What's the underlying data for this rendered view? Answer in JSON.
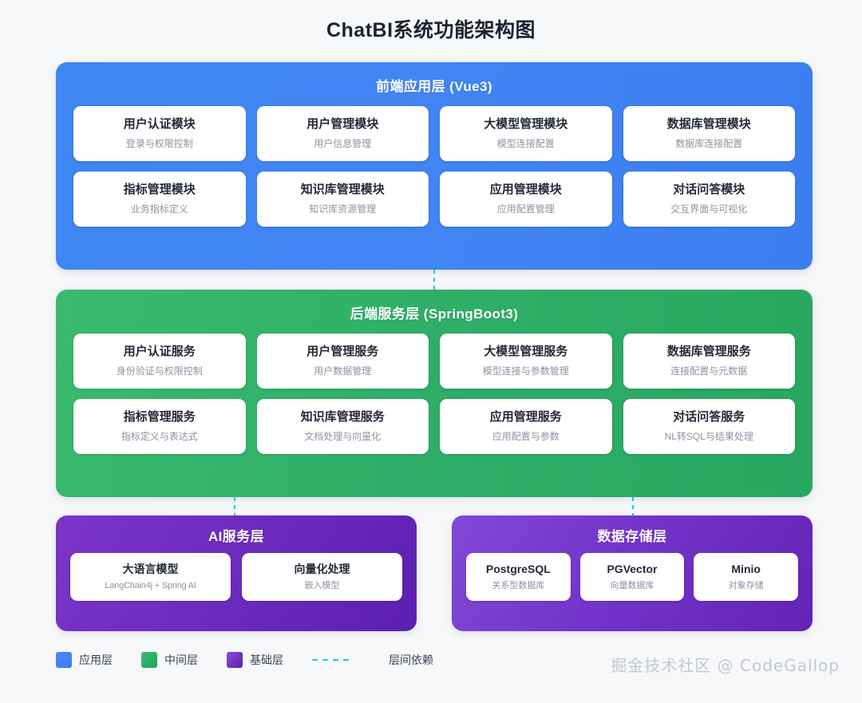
{
  "title": "ChatBI系统功能架构图",
  "layers": {
    "frontend": {
      "title": "前端应用层 (Vue3)",
      "color": "#3b7cf0",
      "cards": [
        {
          "title": "用户认证模块",
          "sub": "登录与权限控制"
        },
        {
          "title": "用户管理模块",
          "sub": "用户信息管理"
        },
        {
          "title": "大模型管理模块",
          "sub": "模型连接配置"
        },
        {
          "title": "数据库管理模块",
          "sub": "数据库连接配置"
        },
        {
          "title": "指标管理模块",
          "sub": "业务指标定义"
        },
        {
          "title": "知识库管理模块",
          "sub": "知识库资源管理"
        },
        {
          "title": "应用管理模块",
          "sub": "应用配置管理"
        },
        {
          "title": "对话问答模块",
          "sub": "交互界面与可视化"
        }
      ]
    },
    "backend": {
      "title": "后端服务层 (SpringBoot3)",
      "color": "#28a85f",
      "cards": [
        {
          "title": "用户认证服务",
          "sub": "身份验证与权限控制"
        },
        {
          "title": "用户管理服务",
          "sub": "用户数据管理"
        },
        {
          "title": "大模型管理服务",
          "sub": "模型连接与参数管理"
        },
        {
          "title": "数据库管理服务",
          "sub": "连接配置与元数据"
        },
        {
          "title": "指标管理服务",
          "sub": "指标定义与表达式"
        },
        {
          "title": "知识库管理服务",
          "sub": "文档处理与向量化"
        },
        {
          "title": "应用管理服务",
          "sub": "应用配置与参数"
        },
        {
          "title": "对话问答服务",
          "sub": "NL转SQL与结果处理"
        }
      ]
    },
    "ai": {
      "title": "AI服务层",
      "color": "#6e2cbe",
      "cards": [
        {
          "title": "大语言模型",
          "sub": "LangChain4j + Spring AI"
        },
        {
          "title": "向量化处理",
          "sub": "嵌入模型"
        }
      ]
    },
    "storage": {
      "title": "数据存储层",
      "color": "#7434cb",
      "cards": [
        {
          "title": "PostgreSQL",
          "sub": "关系型数据库"
        },
        {
          "title": "PGVector",
          "sub": "向量数据库"
        },
        {
          "title": "Minio",
          "sub": "对象存储"
        }
      ]
    }
  },
  "legend": {
    "items": [
      {
        "label": "应用层",
        "color": "#3b7cf0"
      },
      {
        "label": "中间层",
        "color": "#28a85f"
      },
      {
        "label": "基础层",
        "color": "#6e2cbe"
      }
    ],
    "dependency_label": "层间依赖",
    "dependency_color": "#23c8d8"
  },
  "watermark": "掘金技术社区 @ CodeGallop"
}
